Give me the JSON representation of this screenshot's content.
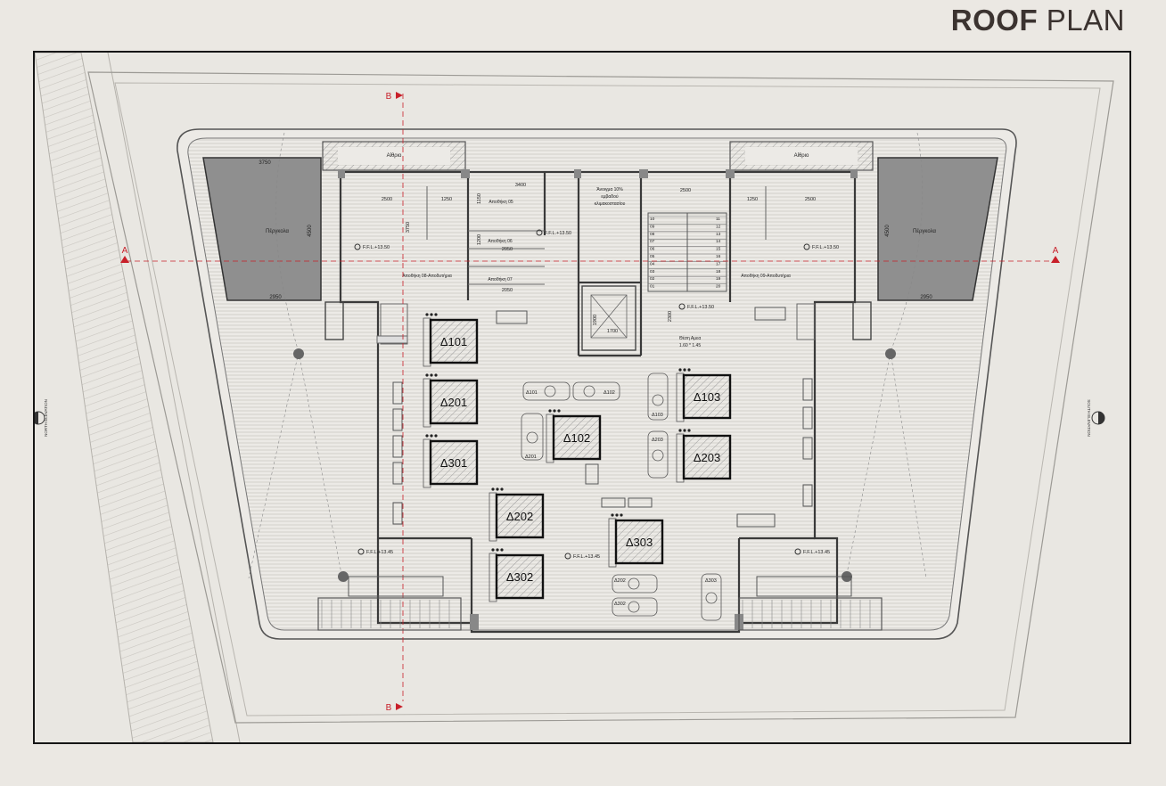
{
  "title": {
    "bold": "ROOF",
    "light": "PLAN"
  },
  "section_markers": {
    "a": "A",
    "b": "B"
  },
  "elevations": {
    "north": "NORTH ELEVATION",
    "south": "SOUTH ELEVATION"
  },
  "rooms": {
    "pergola": "Πέργκολα",
    "atrium": "Αίθριο",
    "store_05": "Αποθήκη 05",
    "store_06": "Αποθήκη 06",
    "store_07": "Αποθήκη 07",
    "store_08": "Αποθήκη 08-Αποδυτήρια",
    "store_09": "Αποθήκη 09-Αποδυτήρια",
    "opening_line1": "Άνοιγμα 10%",
    "opening_line2": "εμβαδού",
    "opening_line3": "κλιμακοστασίου",
    "disabled_parking_line1": "Θέση Αμεα",
    "disabled_parking_line2": "1.60 * 1.45"
  },
  "levels": {
    "ffl_1350": "F.F.L.+13.50",
    "ffl_1345": "F.F.L.+13.45"
  },
  "dimensions": {
    "d3750": "3750",
    "d2500": "2500",
    "d1250": "1250",
    "d3400": "3400",
    "d2050": "2050",
    "d4500": "4500",
    "d2950": "2950",
    "d1900": "1900",
    "d1700": "1700",
    "d2300": "2300",
    "d1150": "1150",
    "d1200": "1200"
  },
  "units": {
    "u101": "Δ101",
    "u102": "Δ102",
    "u103": "Δ103",
    "u201": "Δ201",
    "u202": "Δ202",
    "u203": "Δ203",
    "u301": "Δ301",
    "u302": "Δ302",
    "u303": "Δ303"
  },
  "stairs": {
    "left": [
      "10",
      "09",
      "08",
      "07",
      "06",
      "05",
      "04",
      "03",
      "02",
      "01"
    ],
    "right": [
      "11",
      "12",
      "13",
      "14",
      "15",
      "16",
      "17",
      "18",
      "19",
      "20"
    ]
  },
  "colors": {
    "accent_red": "#c8202a",
    "dark_fill": "#8f8f8f",
    "line": "#444444",
    "title": "#3b3330"
  }
}
